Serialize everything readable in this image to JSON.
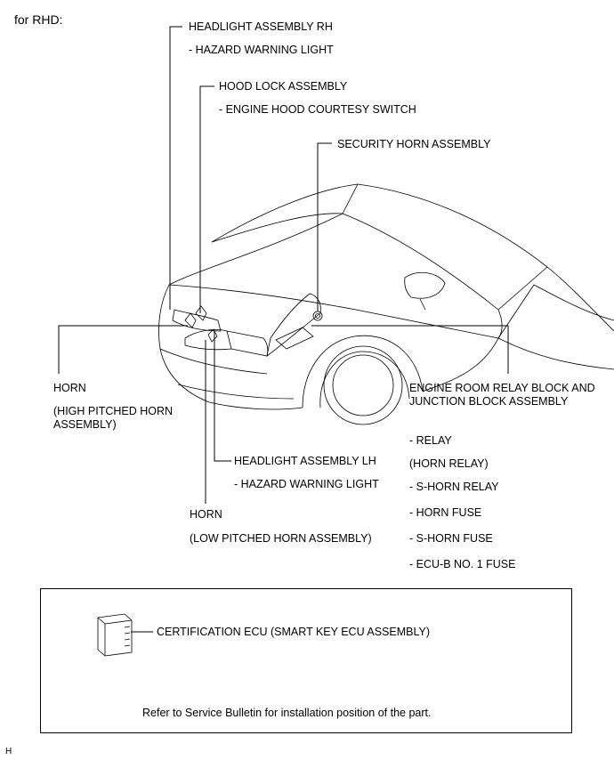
{
  "header": {
    "title": "for RHD:"
  },
  "labels": {
    "headlight_rh": "HEADLIGHT ASSEMBLY RH",
    "headlight_rh_sub": "- HAZARD WARNING LIGHT",
    "hood_lock": "HOOD LOCK ASSEMBLY",
    "hood_lock_sub": "- ENGINE HOOD COURTESY SWITCH",
    "security_horn": "SECURITY HORN ASSEMBLY",
    "horn_high": "HORN",
    "horn_high_sub_1": "(HIGH PITCHED HORN",
    "horn_high_sub_2": "ASSEMBLY)",
    "engine_relay_1": "ENGINE ROOM RELAY BLOCK AND",
    "engine_relay_2": "JUNCTION BLOCK ASSEMBLY",
    "relay": "- RELAY",
    "horn_relay": "(HORN RELAY)",
    "s_horn_relay": "- S-HORN RELAY",
    "horn_fuse": "- HORN FUSE",
    "s_horn_fuse": "- S-HORN FUSE",
    "ecu_b_fuse": "- ECU-B NO. 1 FUSE",
    "headlight_lh": "HEADLIGHT ASSEMBLY LH",
    "headlight_lh_sub": "- HAZARD WARNING LIGHT",
    "horn_low": "HORN",
    "horn_low_sub": "(LOW PITCHED HORN ASSEMBLY)"
  },
  "box": {
    "ecu_label": "CERTIFICATION ECU (SMART KEY ECU ASSEMBLY)",
    "note": "Refer to Service Bulletin for installation position of the part."
  },
  "footer": {
    "code": "H"
  }
}
